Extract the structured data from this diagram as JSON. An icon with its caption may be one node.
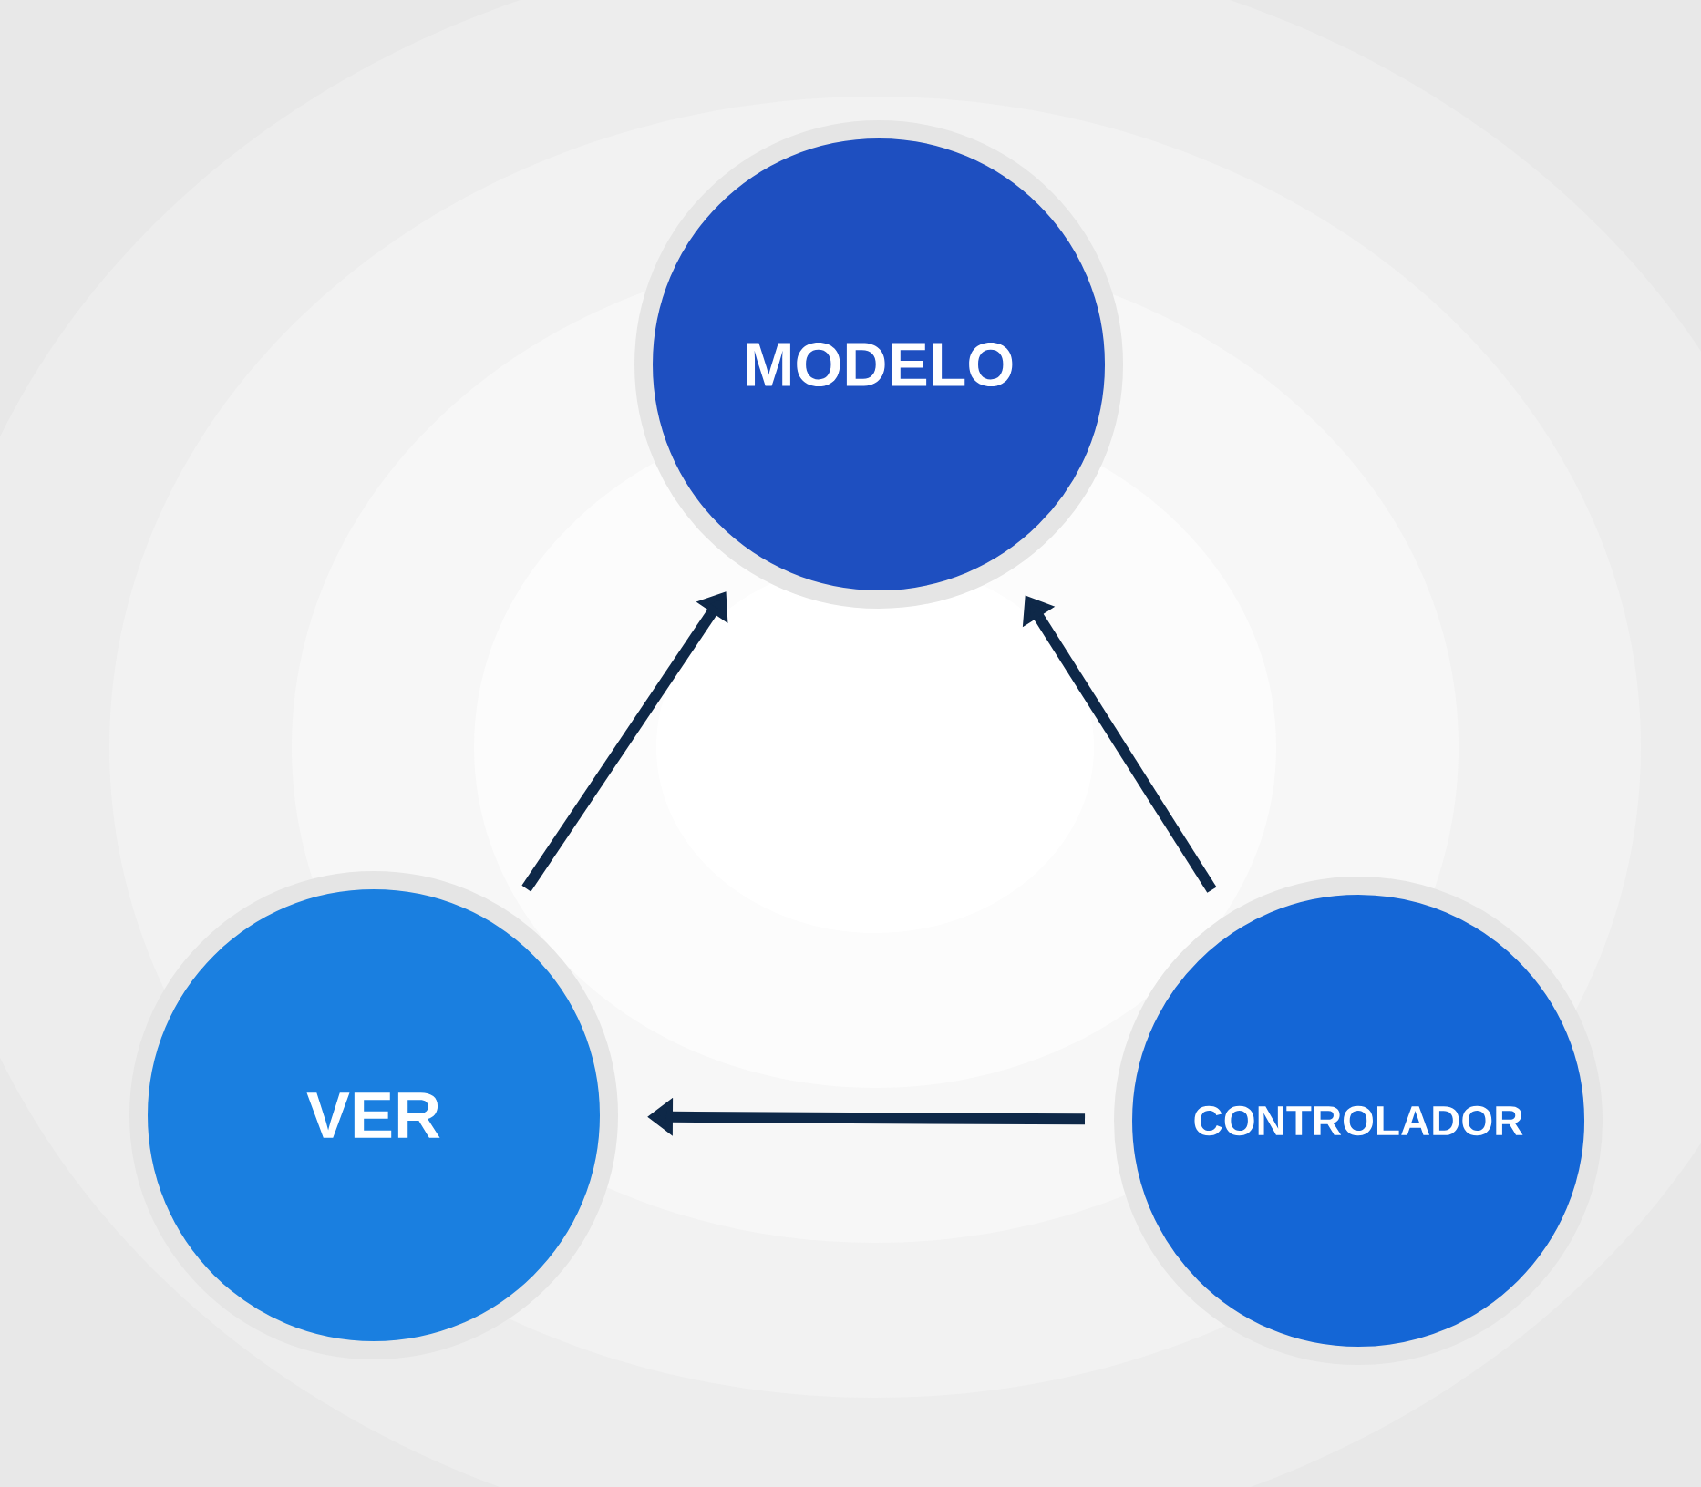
{
  "diagram": {
    "nodes": [
      {
        "text": [
          "MODELO"
        ]
      },
      {
        "text": [
          "VER"
        ]
      },
      {
        "text": [
          "CONTROLADOR"
        ]
      }
    ],
    "edges": [
      {
        "from": 1,
        "to": 0,
        "arrow": "to"
      },
      {
        "from": 2,
        "to": 0,
        "arrow": "to"
      },
      {
        "from": 2,
        "to": 1,
        "arrow": "to"
      }
    ]
  }
}
